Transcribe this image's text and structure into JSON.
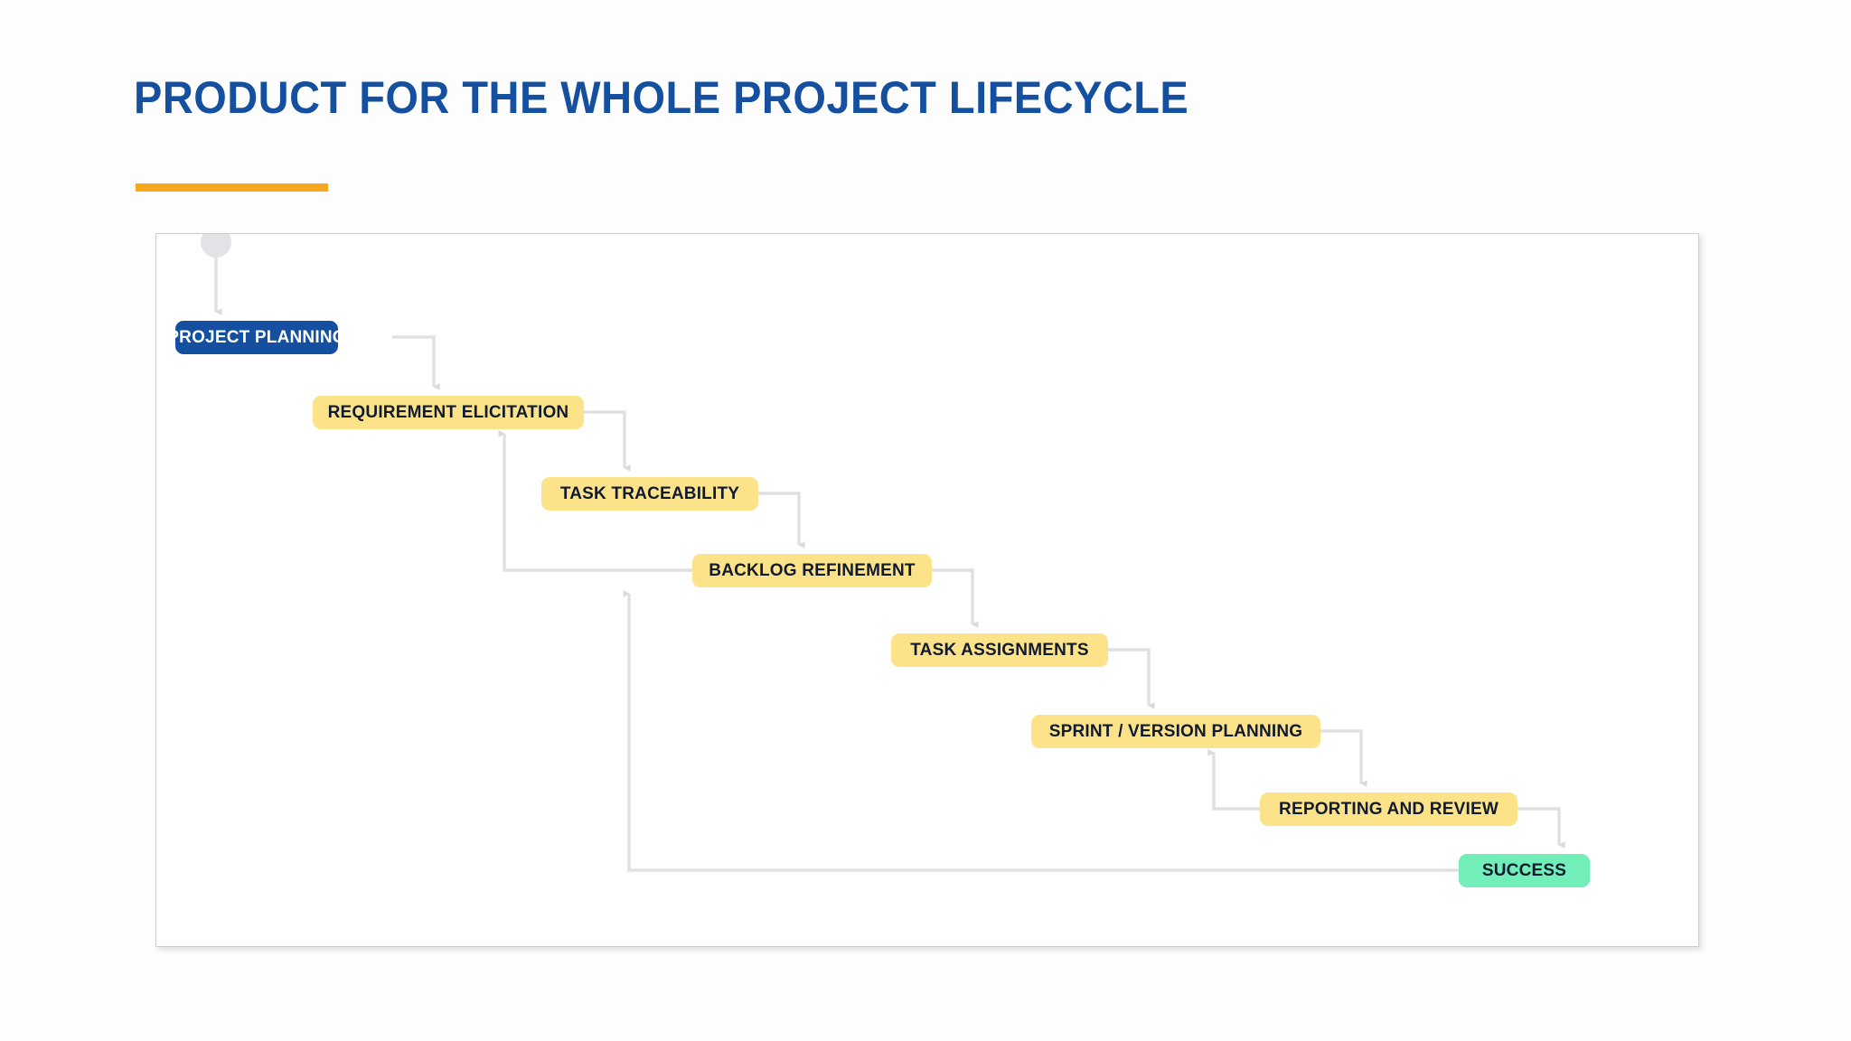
{
  "slide": {
    "title": "PRODUCT FOR THE WHOLE PROJECT LIFECYCLE",
    "accent_color": "#f5a81c",
    "title_color": "#14509f",
    "background_color": "#fdfdfe"
  },
  "diagram": {
    "type": "flowchart",
    "orientation": "staircase-descending",
    "colors": {
      "start_node": "#14509f",
      "start_node_text": "#ffffff",
      "step_node": "#fce289",
      "step_node_text": "#101a31",
      "finish_node": "#72eeb8",
      "finish_node_text": "#0d1b2e",
      "connector": "#e0e0e1",
      "start_dot": "#e2e3e5",
      "frame_border": "#cdcdcd"
    },
    "start_marker": "start-dot",
    "nodes": [
      {
        "id": "project-planning",
        "label": "PROJECT PLANNING",
        "kind": "start"
      },
      {
        "id": "requirement-elicitation",
        "label": "REQUIREMENT ELICITATION",
        "kind": "step"
      },
      {
        "id": "task-traceability",
        "label": "TASK TRACEABILITY",
        "kind": "step"
      },
      {
        "id": "backlog-refinement",
        "label": "BACKLOG REFINEMENT",
        "kind": "step"
      },
      {
        "id": "task-assignments",
        "label": "TASK ASSIGNMENTS",
        "kind": "step"
      },
      {
        "id": "sprint-version-planning",
        "label": "SPRINT / VERSION PLANNING",
        "kind": "step"
      },
      {
        "id": "reporting-and-review",
        "label": "REPORTING AND REVIEW",
        "kind": "step"
      },
      {
        "id": "success",
        "label": "SUCCESS",
        "kind": "finish"
      }
    ],
    "edges": [
      {
        "from": "start-dot",
        "to": "project-planning",
        "kind": "forward"
      },
      {
        "from": "project-planning",
        "to": "requirement-elicitation",
        "kind": "forward"
      },
      {
        "from": "requirement-elicitation",
        "to": "task-traceability",
        "kind": "forward"
      },
      {
        "from": "task-traceability",
        "to": "backlog-refinement",
        "kind": "forward"
      },
      {
        "from": "backlog-refinement",
        "to": "requirement-elicitation",
        "kind": "feedback"
      },
      {
        "from": "backlog-refinement",
        "to": "task-assignments",
        "kind": "forward"
      },
      {
        "from": "task-assignments",
        "to": "sprint-version-planning",
        "kind": "forward"
      },
      {
        "from": "sprint-version-planning",
        "to": "reporting-and-review",
        "kind": "forward"
      },
      {
        "from": "reporting-and-review",
        "to": "sprint-version-planning",
        "kind": "feedback"
      },
      {
        "from": "reporting-and-review",
        "to": "success",
        "kind": "forward"
      },
      {
        "from": "success",
        "to": "backlog-refinement",
        "kind": "feedback"
      }
    ]
  }
}
